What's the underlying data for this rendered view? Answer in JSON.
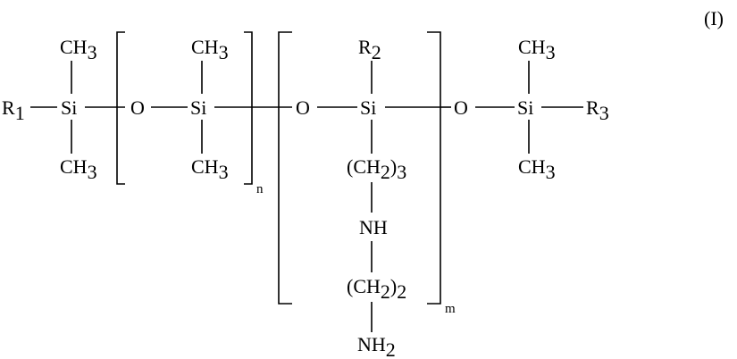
{
  "formula": {
    "number": "(I)",
    "left_end": {
      "r_group": {
        "base": "R",
        "sub": "1"
      },
      "atom": "Si",
      "top": {
        "base": "CH",
        "sub": "3"
      },
      "bottom": {
        "base": "CH",
        "sub": "3"
      }
    },
    "unit_n": {
      "oxygen": "O",
      "atom": "Si",
      "top": {
        "base": "CH",
        "sub": "3"
      },
      "bottom": {
        "base": "CH",
        "sub": "3"
      },
      "repeat": "n"
    },
    "unit_m": {
      "oxygen": "O",
      "atom": "Si",
      "top": {
        "base": "R",
        "sub": "2"
      },
      "chain1": {
        "base": "(CH",
        "sub": "2",
        "tail": ")",
        "tail_sub": "3"
      },
      "nh": "NH",
      "chain2": {
        "base": "(CH",
        "sub": "2",
        "tail": ")",
        "tail_sub": "2"
      },
      "nh2": {
        "base": "NH",
        "sub": "2"
      },
      "repeat": "m"
    },
    "right_end": {
      "oxygen": "O",
      "atom": "Si",
      "top": {
        "base": "CH",
        "sub": "3"
      },
      "bottom": {
        "base": "CH",
        "sub": "3"
      },
      "r_group": {
        "base": "R",
        "sub": "3"
      }
    }
  }
}
